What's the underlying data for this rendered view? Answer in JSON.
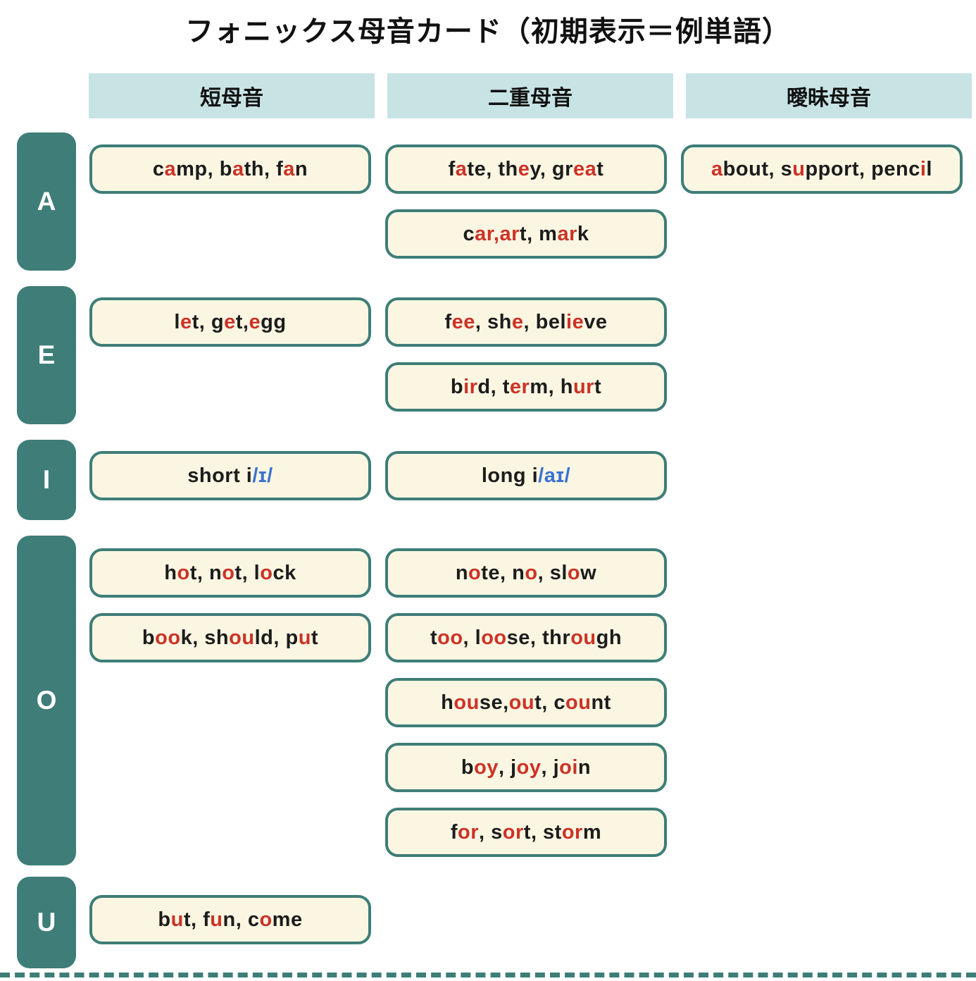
{
  "title": "フォニックス母音カード（初期表示＝例単語）",
  "column_headers": [
    "短母音",
    "二重母音",
    "曖昧母音"
  ],
  "colors": {
    "teal": "#3e7d78",
    "card_bg": "#faf6e2",
    "card_border": "#3e7d78",
    "header_bg": "#c7e3e4",
    "highlight_red": "#cd3226",
    "ipa_blue": "#3a72d1",
    "text_black": "#1c1c1c"
  },
  "rows": [
    {
      "label": "A",
      "short": [
        [
          [
            "c",
            "k"
          ],
          [
            "a",
            "r"
          ],
          [
            "mp, b",
            "k"
          ],
          [
            "a",
            "r"
          ],
          [
            "th, f",
            "k"
          ],
          [
            "a",
            "r"
          ],
          [
            "n",
            "k"
          ]
        ]
      ],
      "diph": [
        [
          [
            "f",
            "k"
          ],
          [
            "a",
            "r"
          ],
          [
            "te, th",
            "k"
          ],
          [
            "e",
            "r"
          ],
          [
            "y, gr",
            "k"
          ],
          [
            "ea",
            "r"
          ],
          [
            "t",
            "k"
          ]
        ],
        [
          [
            "c",
            "k"
          ],
          [
            "ar,ar",
            "r"
          ],
          [
            "t, m",
            "k"
          ],
          [
            "ar",
            "r"
          ],
          [
            "k",
            "k"
          ]
        ]
      ],
      "schwa": [
        [
          [
            "a",
            "r"
          ],
          [
            "bout, s",
            "k"
          ],
          [
            "u",
            "r"
          ],
          [
            "pport, penc",
            "k"
          ],
          [
            "i",
            "r"
          ],
          [
            "l",
            "k"
          ]
        ]
      ]
    },
    {
      "label": "E",
      "short": [
        [
          [
            "l",
            "k"
          ],
          [
            "e",
            "r"
          ],
          [
            "t, g",
            "k"
          ],
          [
            "e",
            "r"
          ],
          [
            "t,",
            "k"
          ],
          [
            "e",
            "r"
          ],
          [
            "gg",
            "k"
          ]
        ]
      ],
      "diph": [
        [
          [
            "f",
            "k"
          ],
          [
            "ee",
            "r"
          ],
          [
            ", sh",
            "k"
          ],
          [
            "e",
            "r"
          ],
          [
            ", bel",
            "k"
          ],
          [
            "ie",
            "r"
          ],
          [
            "ve",
            "k"
          ]
        ],
        [
          [
            "b",
            "k"
          ],
          [
            "ir",
            "r"
          ],
          [
            "d, t",
            "k"
          ],
          [
            "er",
            "r"
          ],
          [
            "m, h",
            "k"
          ],
          [
            "ur",
            "r"
          ],
          [
            "t",
            "k"
          ]
        ]
      ],
      "schwa": []
    },
    {
      "label": "I",
      "short": [
        [
          [
            "short i",
            "k"
          ],
          [
            "/ɪ/",
            "b"
          ]
        ]
      ],
      "diph": [
        [
          [
            "long i",
            "k"
          ],
          [
            "/aɪ/",
            "b"
          ]
        ]
      ],
      "schwa": []
    },
    {
      "label": "O",
      "short": [
        [
          [
            "h",
            "k"
          ],
          [
            "o",
            "r"
          ],
          [
            "t, n",
            "k"
          ],
          [
            "o",
            "r"
          ],
          [
            "t, l",
            "k"
          ],
          [
            "o",
            "r"
          ],
          [
            "ck",
            "k"
          ]
        ],
        [
          [
            "b",
            "k"
          ],
          [
            "oo",
            "r"
          ],
          [
            "k, sh",
            "k"
          ],
          [
            "ou",
            "r"
          ],
          [
            "ld, p",
            "k"
          ],
          [
            "u",
            "r"
          ],
          [
            "t",
            "k"
          ]
        ]
      ],
      "diph": [
        [
          [
            "n",
            "k"
          ],
          [
            "o",
            "r"
          ],
          [
            "te, n",
            "k"
          ],
          [
            "o",
            "r"
          ],
          [
            ", sl",
            "k"
          ],
          [
            "o",
            "r"
          ],
          [
            "w",
            "k"
          ]
        ],
        [
          [
            "t",
            "k"
          ],
          [
            "oo",
            "r"
          ],
          [
            ", l",
            "k"
          ],
          [
            "oo",
            "r"
          ],
          [
            "se, thr",
            "k"
          ],
          [
            "ou",
            "r"
          ],
          [
            "gh",
            "k"
          ]
        ],
        [
          [
            "h",
            "k"
          ],
          [
            "ou",
            "r"
          ],
          [
            "se,",
            "k"
          ],
          [
            "ou",
            "r"
          ],
          [
            "t, c",
            "k"
          ],
          [
            "ou",
            "r"
          ],
          [
            "nt",
            "k"
          ]
        ],
        [
          [
            "b",
            "k"
          ],
          [
            "oy",
            "r"
          ],
          [
            ", j",
            "k"
          ],
          [
            "oy",
            "r"
          ],
          [
            ", j",
            "k"
          ],
          [
            "oi",
            "r"
          ],
          [
            "n",
            "k"
          ]
        ],
        [
          [
            "f",
            "k"
          ],
          [
            "or",
            "r"
          ],
          [
            ", s",
            "k"
          ],
          [
            "or",
            "r"
          ],
          [
            "t, st",
            "k"
          ],
          [
            "or",
            "r"
          ],
          [
            "m",
            "k"
          ]
        ]
      ],
      "schwa": []
    },
    {
      "label": "U",
      "short": [
        [
          [
            "b",
            "k"
          ],
          [
            "u",
            "r"
          ],
          [
            "t, f",
            "k"
          ],
          [
            "u",
            "r"
          ],
          [
            "n, c",
            "k"
          ],
          [
            "o",
            "r"
          ],
          [
            "me",
            "k"
          ]
        ]
      ],
      "diph": [],
      "schwa": []
    }
  ]
}
